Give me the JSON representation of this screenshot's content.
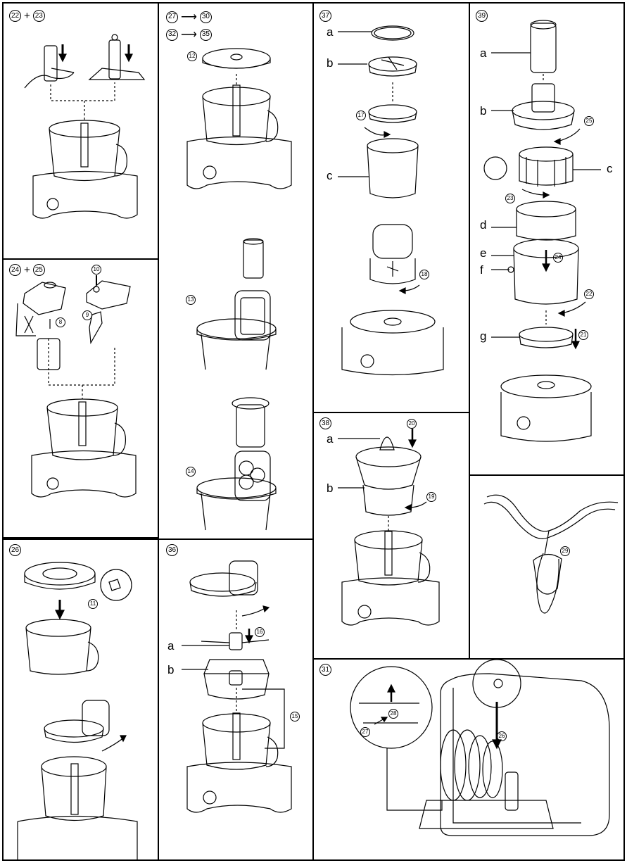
{
  "panels": {
    "p22": {
      "step_a": "22",
      "join": "+",
      "step_b": "23"
    },
    "p24": {
      "step_a": "24",
      "join": "+",
      "step_b": "25",
      "c10": "10",
      "c9": "9",
      "c8": "8"
    },
    "p26": {
      "step": "26",
      "c11": "11"
    },
    "p27": {
      "a_from": "27",
      "a_to": "30",
      "b_from": "32",
      "b_to": "35",
      "c12": "12",
      "c13": "13",
      "c14": "14"
    },
    "p36": {
      "step": "36",
      "label_a": "a",
      "label_b": "b",
      "c16": "16",
      "c15": "15"
    },
    "p37": {
      "step": "37",
      "label_a": "a",
      "label_b": "b",
      "label_c": "c",
      "c17": "17",
      "c18": "18"
    },
    "p38": {
      "step": "38",
      "label_a": "a",
      "label_b": "b",
      "c20": "20",
      "c19": "19"
    },
    "p39": {
      "step": "39",
      "label_a": "a",
      "label_b": "b",
      "label_c": "c",
      "label_d": "d",
      "label_e": "e",
      "label_f": "f",
      "label_g": "g",
      "c25": "25",
      "c23": "23",
      "c24": "24",
      "c22": "22",
      "c21": "21"
    },
    "p29": {
      "c29": "29"
    },
    "p31": {
      "step": "31",
      "c28": "28",
      "c27": "27",
      "c26": "26"
    }
  }
}
